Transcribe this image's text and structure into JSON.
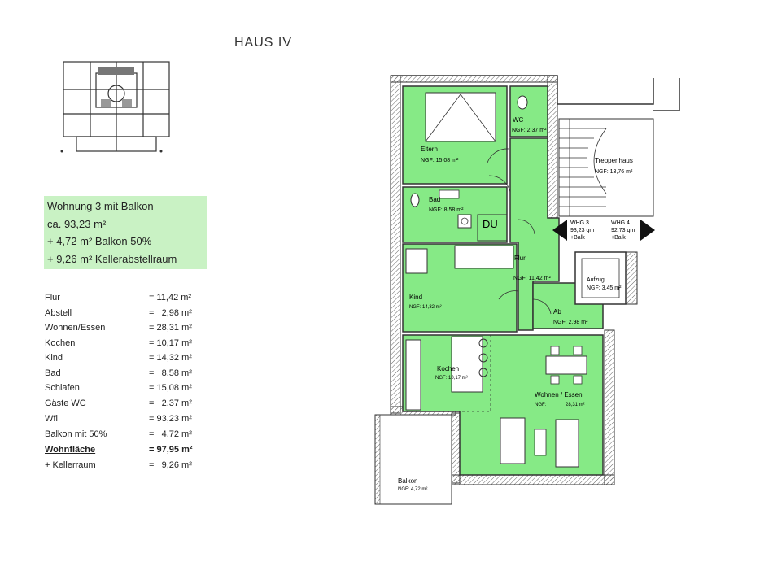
{
  "title": "HAUS IV",
  "info": {
    "line1": "Wohnung 3 mit Balkon",
    "line2": "ca. 93,23 m²",
    "line3": "+ 4,72 m² Balkon 50%",
    "line4": "+ 9,26 m² Kellerabstellraum"
  },
  "areas": [
    {
      "label": "Flur",
      "value": "= 11,42 m²"
    },
    {
      "label": "Abstell",
      "value": "=   2,98 m²"
    },
    {
      "label": "Wohnen/Essen",
      "value": "= 28,31 m²"
    },
    {
      "label": "Kochen",
      "value": "= 10,17 m²"
    },
    {
      "label": "Kind",
      "value": "= 14,32 m²"
    },
    {
      "label": "Bad",
      "value": "=   8,58 m²"
    },
    {
      "label": "Schlafen",
      "value": "= 15,08 m²"
    },
    {
      "label": "Gäste WC",
      "value": "=   2,37 m²"
    },
    {
      "label": "Wfl",
      "value": "= 93,23 m²"
    },
    {
      "label": "Balkon mit 50%",
      "value": "=   4,72 m²"
    },
    {
      "label": "Wohnfläche",
      "value": "= 97,95 m²"
    },
    {
      "label": "+ Kellerraum",
      "value": "=   9,26 m²"
    }
  ],
  "rooms": {
    "eltern": {
      "name": "Eltern",
      "ngf": "NGF: 15,08 m²"
    },
    "wc": {
      "name": "WC",
      "ngf": "NGF: 2,37 m²"
    },
    "treppenhaus": {
      "name": "Treppenhaus",
      "ngf": "NGF: 13,76 m²"
    },
    "bad": {
      "name": "Bad",
      "ngf": "NGF: 8,58 m²"
    },
    "du": {
      "name": "DU"
    },
    "whg3": {
      "name": "WHG 3",
      "qm": "93,23 qm",
      "balk": "+Balk"
    },
    "whg4": {
      "name": "WHG 4",
      "qm": "92,73 qm",
      "balk": "+Balk"
    },
    "flur": {
      "name": "Flur",
      "ngf": "NGF: 11,42 m²"
    },
    "aufzug": {
      "name": "Aufzug",
      "ngf": "NGF: 3,45 m²"
    },
    "kind": {
      "name": "Kind",
      "ngf": "NGF: 14,32 m²"
    },
    "ab": {
      "name": "Ab",
      "ngf": "NGF: 2,98 m²"
    },
    "kochen": {
      "name": "Kochen",
      "ngf": "NGF: 10,17 m²"
    },
    "wohnen": {
      "name": "Wohnen / Essen",
      "ngf_label": "NGF:",
      "ngf": "28,31 m²"
    },
    "balkon": {
      "name": "Balkon",
      "ngf": "NGF: 4,72 m²"
    }
  },
  "colors": {
    "room_fill": "#86ea86",
    "info_fill": "#c9f2c4",
    "wall": "#333333"
  }
}
